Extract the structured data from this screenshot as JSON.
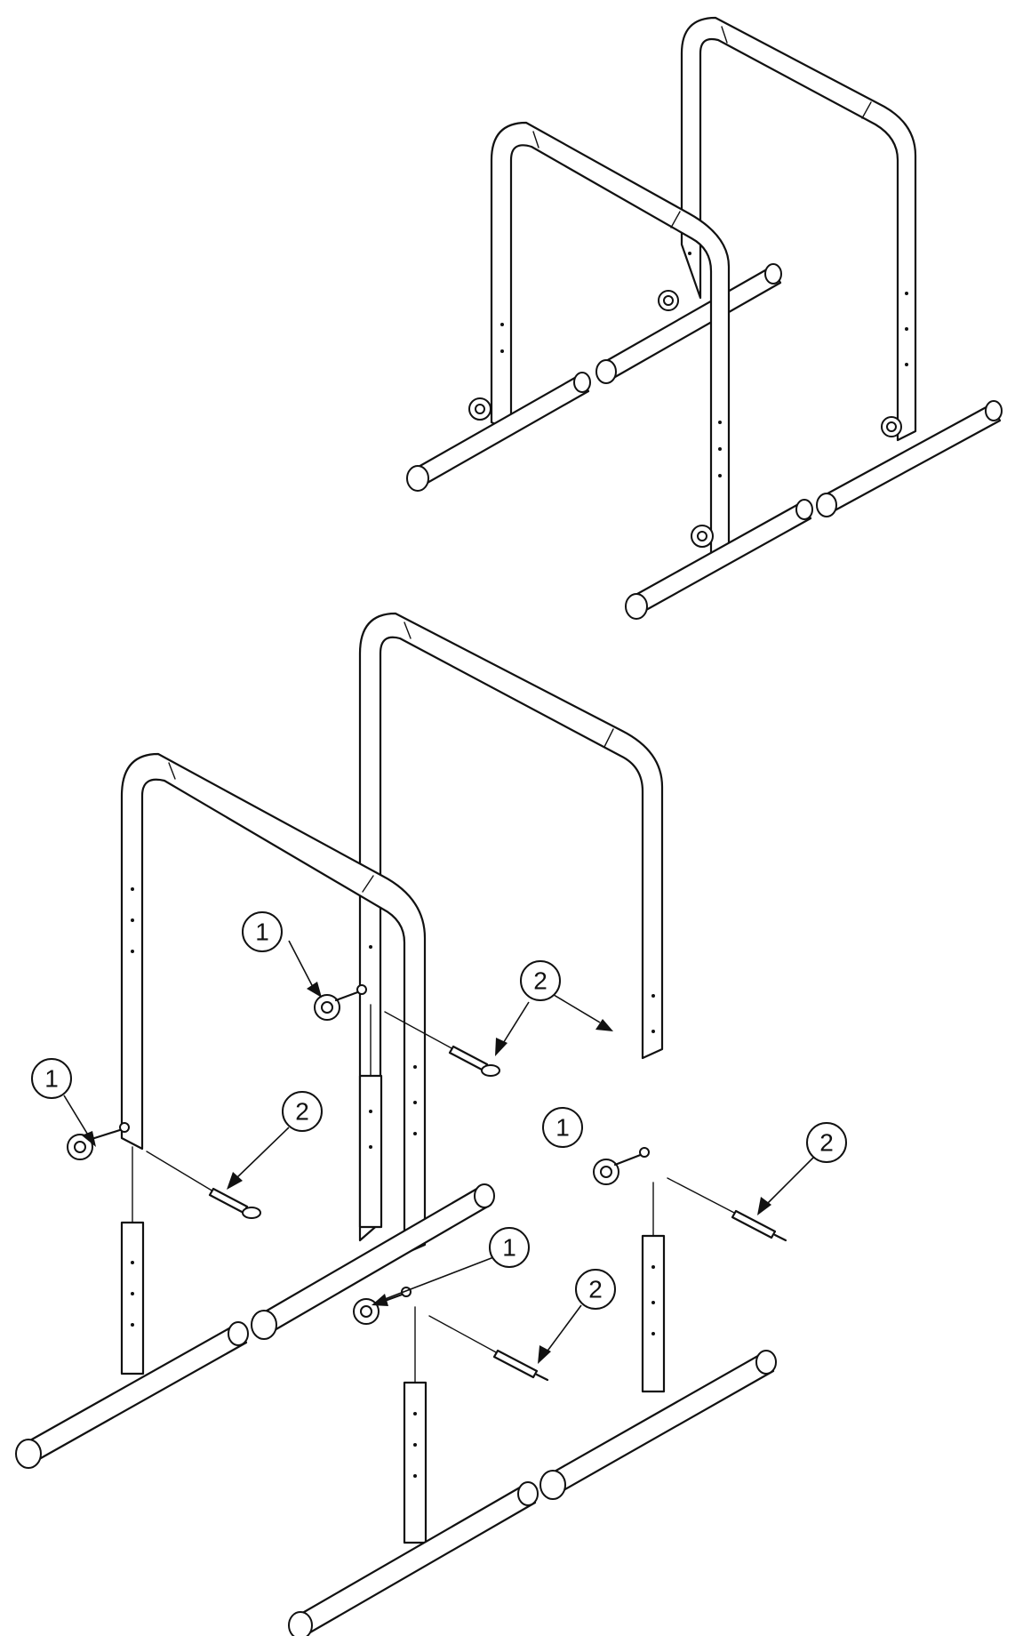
{
  "callouts": [
    {
      "label": "1"
    },
    {
      "label": "2"
    },
    {
      "label": "1"
    },
    {
      "label": "2"
    },
    {
      "label": "1"
    },
    {
      "label": "2"
    },
    {
      "label": "1"
    },
    {
      "label": "2"
    }
  ]
}
